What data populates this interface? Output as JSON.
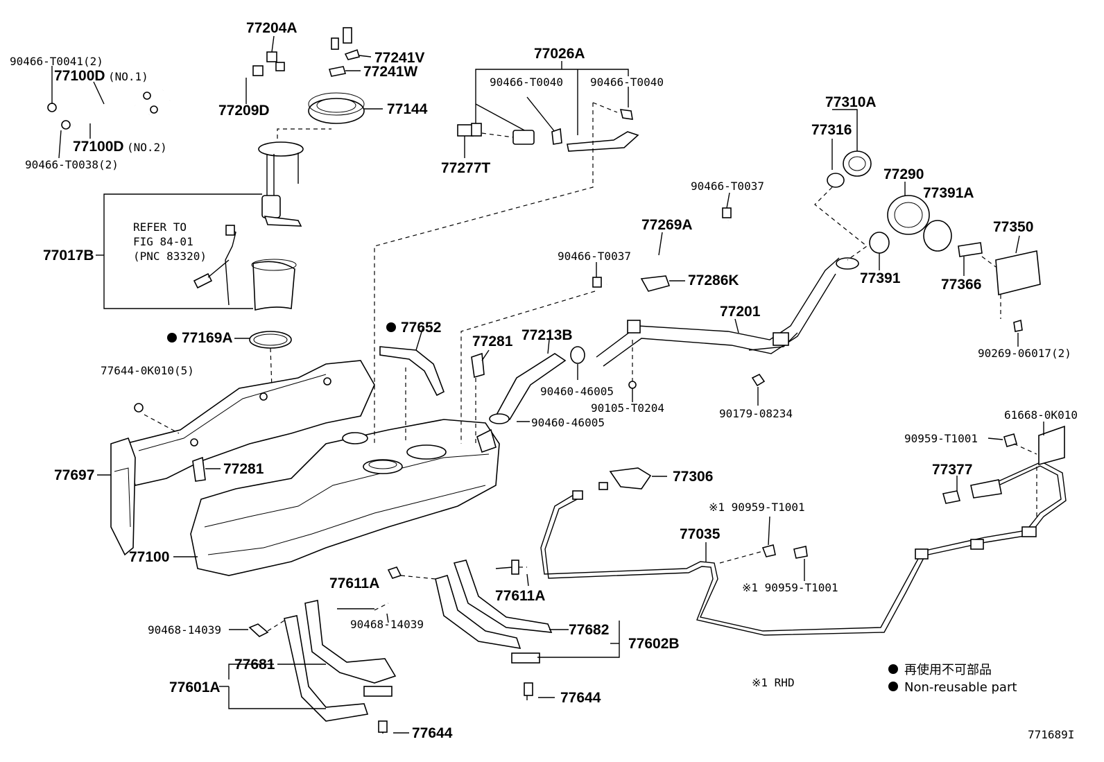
{
  "labels": {
    "p77204A": "77204A",
    "p90466_T0041": "90466-T0041(2)",
    "p77100D1": "77100D",
    "p77100D1_note": "(NO.1)",
    "p77209D": "77209D",
    "p77100D2": "77100D",
    "p77100D2_note": "(NO.2)",
    "p90466_T0038": "90466-T0038(2)",
    "p77241V": "77241V",
    "p77241W": "77241W",
    "p77144": "77144",
    "p77017B": "77017B",
    "refer1": "REFER TO",
    "refer2": "FIG 84-01",
    "refer3": "(PNC 83320)",
    "p77169A": "77169A",
    "p77644_0K010": "77644-0K010(5)",
    "p77697": "77697",
    "p77281a": "77281",
    "p77100": "77100",
    "p77652": "77652",
    "p77026A": "77026A",
    "p90466_T0040a": "90466-T0040",
    "p90466_T0040b": "90466-T0040",
    "p77277T": "77277T",
    "p90466_T0037a": "90466-T0037",
    "p77269A": "77269A",
    "p90466_T0037b": "90466-T0037",
    "p77286K": "77286K",
    "p77281b": "77281",
    "p77213B": "77213B",
    "p90460_46005a": "90460-46005",
    "p90460_46005b": "90460-46005",
    "p90105_T0204": "90105-T0204",
    "p77201": "77201",
    "p90179_08234": "90179-08234",
    "p77310A": "77310A",
    "p77316": "77316",
    "p77290": "77290",
    "p77391A": "77391A",
    "p77391": "77391",
    "p77350": "77350",
    "p77366": "77366",
    "p90269_06017": "90269-06017(2)",
    "p61668_0K010": "61668-0K010",
    "p90959_T1001a": "90959-T1001",
    "p77377": "77377",
    "p77306": "77306",
    "p90959_T1001b": "※1 90959-T1001",
    "p77035": "77035",
    "p90959_T1001c": "※1 90959-T1001",
    "p77611Aa": "77611A",
    "p77611Ab": "77611A",
    "p90468_14039a": "90468-14039",
    "p90468_14039b": "90468-14039",
    "p77682": "77682",
    "p77602B": "77602B",
    "p77681": "77681",
    "p77601A": "77601A",
    "p77644a": "77644",
    "p77644b": "77644",
    "rhd_note": "※1 RHD",
    "legend_jp": "再使用不可部品",
    "legend_en": "Non-reusable part",
    "figure_id": "771689I"
  },
  "colors": {
    "ink": "#000000",
    "paper": "#ffffff"
  }
}
